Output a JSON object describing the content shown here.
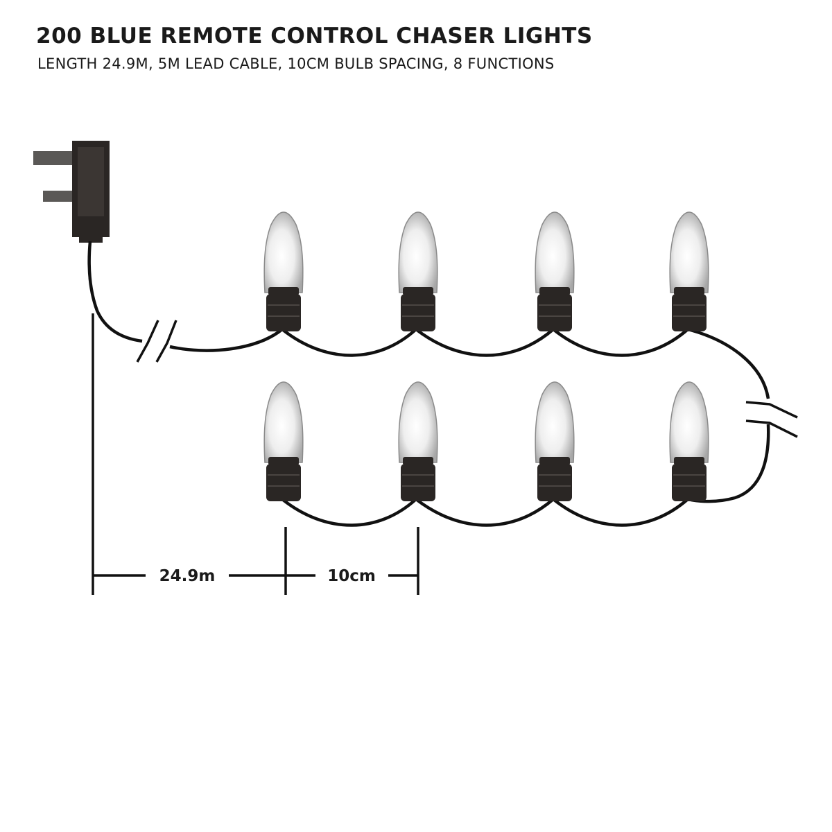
{
  "title": "200 BLUE REMOTE CONTROL CHASER LIGHTS",
  "subtitle": "LENGTH 24.9M, 5M LEAD CABLE, 10CM BULB SPACING, 8 FUNCTIONS",
  "dimensions": {
    "total_length": "24.9m",
    "bulb_spacing": "10cm"
  },
  "colors": {
    "plug_body": "#2a2624",
    "plug_pins": "#5a5856",
    "cable": "#111111",
    "bulb_glass": "#e6e6e6",
    "bulb_base": "#2a2624",
    "text": "#1a1a1a"
  },
  "icons": {
    "plug": "power-plug-icon",
    "bulb": "c7-bulb-icon",
    "break": "cable-break-icon"
  }
}
